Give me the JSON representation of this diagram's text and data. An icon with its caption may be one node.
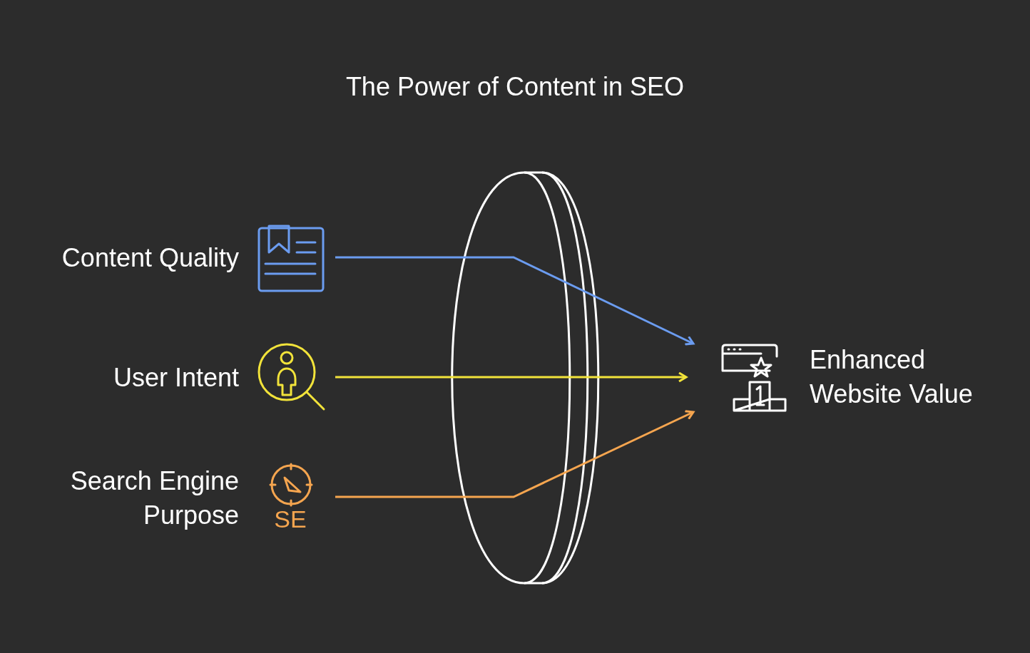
{
  "diagram": {
    "title": "The Power of Content in SEO",
    "nodes": [
      {
        "text": [
          "Content Quality"
        ]
      },
      {
        "text": [
          "User Intent"
        ]
      },
      {
        "text": [
          "Search Engine Purpose"
        ],
        "beside": [
          "SE"
        ]
      },
      {
        "text": [
          "Enhanced Website Value"
        ]
      }
    ],
    "edges": [
      {
        "from": 0,
        "to": 3,
        "arrow": "to",
        "color": "#6b9cf0"
      },
      {
        "from": 1,
        "to": 3,
        "arrow": "to",
        "color": "#f2e33a"
      },
      {
        "from": 2,
        "to": 3,
        "arrow": "to",
        "color": "#f5a54f"
      }
    ],
    "labels": []
  }
}
